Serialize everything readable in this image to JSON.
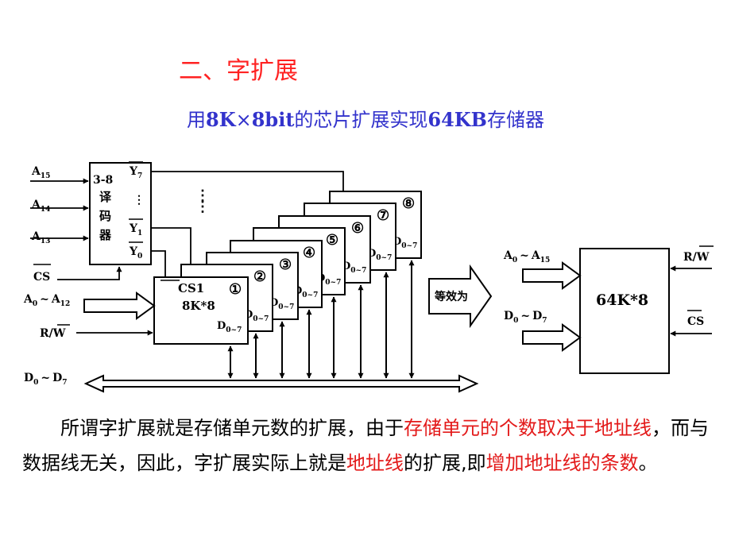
{
  "colors": {
    "title": "#ff2222",
    "subtitle": "#3333cc",
    "highlight": "#e31a1a",
    "line": "#000000"
  },
  "title": "二、字扩展",
  "subtitle": {
    "p1": "用",
    "b1": "8K",
    "p2": "×",
    "b2": "8bit",
    "p3": "的芯片扩展实现",
    "b3": "64KB",
    "p4": "存储器"
  },
  "decoder": {
    "label_top": "3-8",
    "label_chars": [
      "译",
      "码",
      "器"
    ],
    "outputs": {
      "y7": "Y",
      "y7_sub": "7",
      "dots": "⋮",
      "y1": "Y",
      "y1_sub": "1",
      "y0": "Y",
      "y0_sub": "0"
    },
    "inputs": [
      {
        "base": "A",
        "sub": "15"
      },
      {
        "base": "A",
        "sub": "14"
      },
      {
        "base": "A",
        "sub": "13"
      }
    ],
    "cs_label": "CS"
  },
  "vertical_dots": "⋮",
  "chips": {
    "numbers": [
      "①",
      "②",
      "③",
      "④",
      "⑤",
      "⑥",
      "⑦",
      "⑧"
    ],
    "front_cs": "CS1",
    "front_cap": "8K*8",
    "data_base": "D",
    "data_sub": "0~7"
  },
  "left_inputs": {
    "addr_a": "A",
    "addr_a_sub": "0",
    "addr_tilde": "~",
    "addr_b": "A",
    "addr_b_sub": "12",
    "rw": "R/W",
    "data_a": "D",
    "data_a_sub": "0",
    "data_tilde": "~",
    "data_b": "D",
    "data_b_sub": "7"
  },
  "equivalent_label": "等效为",
  "equivalent_chip": {
    "label": "64K*8",
    "addr_a": "A",
    "addr_a_sub": "0",
    "addr_tilde": "~",
    "addr_b": "A",
    "addr_b_sub": "15",
    "data_a": "D",
    "data_a_sub": "0",
    "data_tilde": "~",
    "data_b": "D",
    "data_b_sub": "7",
    "rw": "R/W",
    "cs": "CS"
  },
  "paragraph": {
    "s1": "所谓字扩展就是存储单元数的扩展，由于",
    "r1": "存储单元的个数取决于地址线",
    "s2": "，而与数据线无关，因此，字扩展实际上就是",
    "r2": "地址线",
    "s3": "的扩展,即",
    "r3": "增加地址线的条数",
    "s4": "。"
  }
}
